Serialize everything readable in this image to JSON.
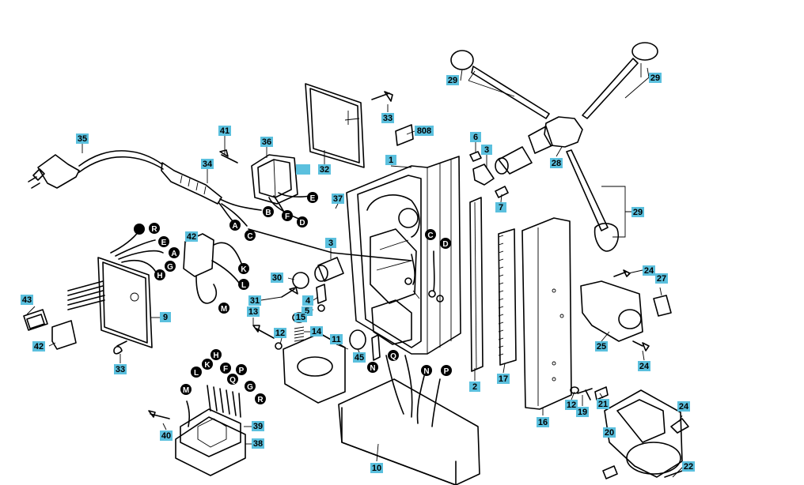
{
  "diagram": {
    "part_numbers": [
      "35",
      "34",
      "41",
      "36",
      "33",
      "32",
      "808",
      "1",
      "6",
      "3",
      "7",
      "28",
      "29",
      "29",
      "29",
      "37",
      "3",
      "30",
      "31",
      "4",
      "5",
      "15",
      "14",
      "12",
      "13",
      "11",
      "45",
      "9",
      "42",
      "43",
      "42",
      "33",
      "10",
      "2",
      "17",
      "16",
      "12",
      "19",
      "21",
      "20",
      "24",
      "27",
      "25",
      "24",
      "24",
      "22",
      "39",
      "38",
      "40"
    ],
    "wire_letters": [
      "B",
      "F",
      "D",
      "E",
      "A",
      "C",
      "C",
      "D",
      "N",
      "Q",
      "N",
      "P",
      "R",
      "E",
      "A",
      "G",
      "H",
      "K",
      "L",
      "M",
      "H",
      "K",
      "L",
      "F",
      "P",
      "Q",
      "G",
      "R",
      "M"
    ],
    "blank_tag": "",
    "colors": {
      "label_bg": "#5bc0de",
      "line": "#000000",
      "wire_badge": "#000000"
    }
  }
}
